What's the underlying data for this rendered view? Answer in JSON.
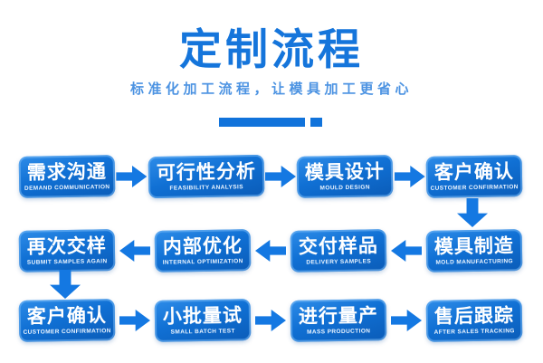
{
  "header": {
    "title": "定制流程",
    "subtitle": "标准化加工流程，让模具加工更省心"
  },
  "colors": {
    "title_blue": "#1575DB",
    "subtitle_blue": "#4C93E2",
    "box_gradient_top": "#2E8CE8",
    "box_gradient_bottom": "#0B5CB8",
    "box_rim": "#78B9F5",
    "arrow_blue": "#1478E2",
    "text_on_box": "#FFFFFF",
    "background": "#FFFFFF"
  },
  "icons": {
    "arrow_right": "solid block arrow pointing right (CSS clip-path)",
    "arrow_left": "solid block arrow pointing left (CSS clip-path)",
    "arrow_down": "solid block arrow pointing down (CSS clip-path)",
    "title_underline": "blue bar with small square accent"
  },
  "flow": {
    "rows": [
      {
        "direction": "right",
        "steps": [
          {
            "zh": "需求沟通",
            "en": "DEMAND COMMUNICATION"
          },
          {
            "zh": "可行性分析",
            "en": "FEASIBILITY ANALYSIS"
          },
          {
            "zh": "模具设计",
            "en": "MOULD DESIGN"
          },
          {
            "zh": "客户确认",
            "en": "CUSTOMER CONFIRMATION"
          }
        ]
      },
      {
        "direction": "left",
        "steps": [
          {
            "zh": "再次交样",
            "en": "SUBMIT SAMPLES AGAIN"
          },
          {
            "zh": "内部优化",
            "en": "INTERNAL OPTIMIZATION"
          },
          {
            "zh": "交付样品",
            "en": "DELIVERY SAMPLES"
          },
          {
            "zh": "模具制造",
            "en": "MOLD MANUFACTURING"
          }
        ]
      },
      {
        "direction": "right",
        "steps": [
          {
            "zh": "客户确认",
            "en": "CUSTOMER CONFIRMATION"
          },
          {
            "zh": "小批量试",
            "en": "SMALL BATCH TEST"
          },
          {
            "zh": "进行量产",
            "en": "MASS PRODUCTION"
          },
          {
            "zh": "售后跟踪",
            "en": "AFTER SALES TRACKING"
          }
        ]
      }
    ],
    "connectors": [
      {
        "from": "客户确认 (row 1)",
        "to": "模具制造 (row 2)",
        "side": "right",
        "direction": "down"
      },
      {
        "from": "再次交样 (row 2)",
        "to": "客户确认 (row 3)",
        "side": "left",
        "direction": "down"
      }
    ]
  }
}
